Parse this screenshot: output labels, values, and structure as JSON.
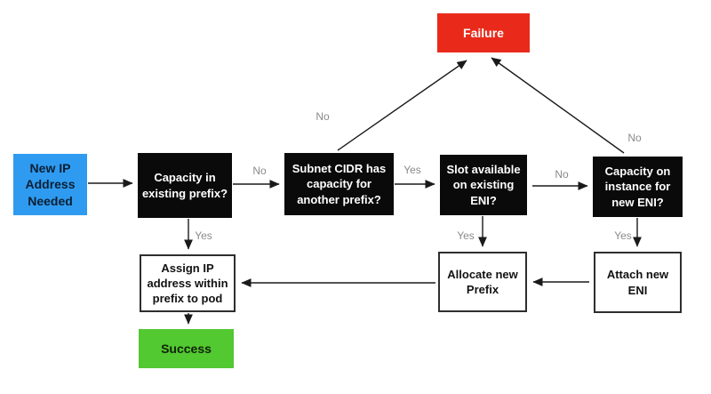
{
  "diagram": {
    "type": "flowchart",
    "nodes": {
      "start": {
        "label": "New IP\nAddress\nNeeded",
        "color": "#2e9bf0"
      },
      "capacity_prefix": {
        "label": "Capacity in\nexisting prefix?",
        "color": "#0a0a0a"
      },
      "subnet_cidr": {
        "label": "Subnet CIDR has\ncapacity for\nanother prefix?",
        "color": "#0a0a0a"
      },
      "slot_eni": {
        "label": "Slot available\non existing\nENI?",
        "color": "#0a0a0a"
      },
      "capacity_instance": {
        "label": "Capacity on\ninstance for\nnew ENI?",
        "color": "#0a0a0a"
      },
      "failure": {
        "label": "Failure",
        "color": "#e92a1b"
      },
      "assign_ip": {
        "label": "Assign IP\naddress within\nprefix to pod",
        "color": "#ffffff"
      },
      "allocate_prefix": {
        "label": "Allocate new\nPrefix",
        "color": "#ffffff"
      },
      "attach_eni": {
        "label": "Attach new\nENI",
        "color": "#ffffff"
      },
      "success": {
        "label": "Success",
        "color": "#52c831"
      }
    },
    "edge_labels": {
      "capacity_prefix_no": "No",
      "capacity_prefix_yes": "Yes",
      "subnet_cidr_no": "No",
      "subnet_cidr_yes": "Yes",
      "slot_eni_yes": "Yes",
      "slot_eni_no": "No",
      "capacity_instance_no": "No",
      "capacity_instance_yes": "Yes"
    },
    "arrow_color": "#1a1a1a"
  }
}
